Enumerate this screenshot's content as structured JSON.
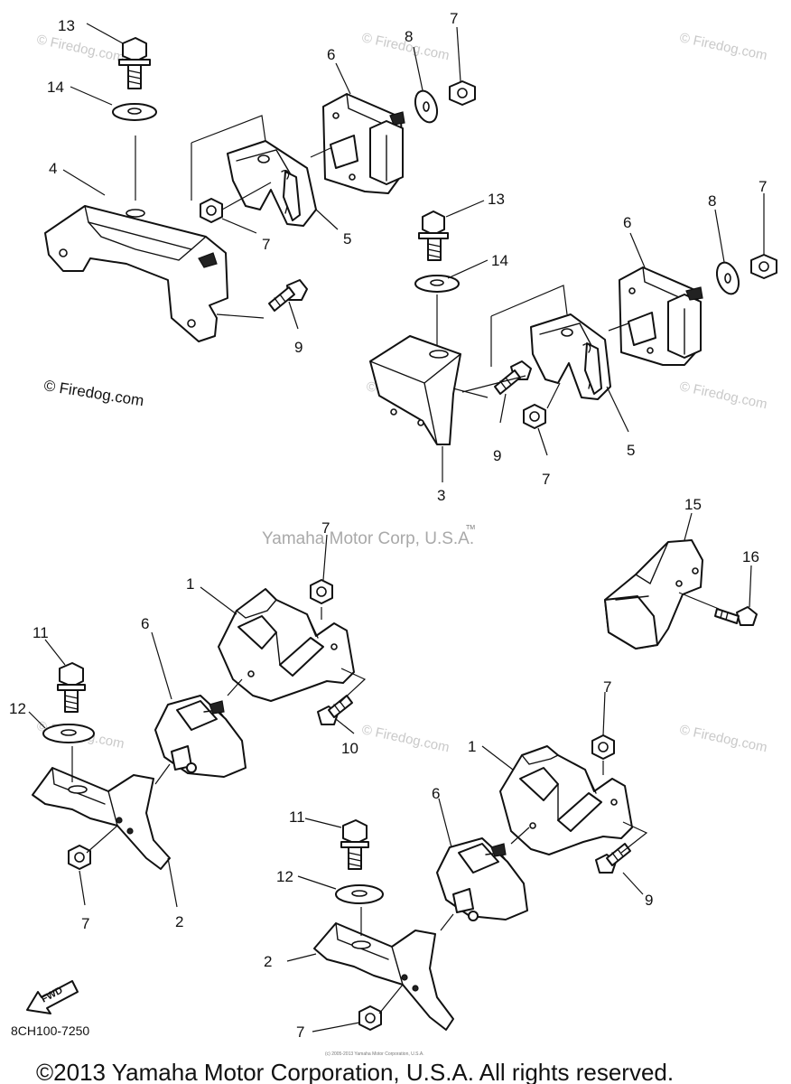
{
  "labels": {
    "p13a": "13",
    "p14a": "14",
    "p4": "4",
    "p6a": "6",
    "p8a": "8",
    "p7a": "7",
    "p5a": "5",
    "p7b": "7",
    "p9a": "9",
    "p13b": "13",
    "p14b": "14",
    "p6b": "6",
    "p8b": "8",
    "p7c": "7",
    "p9b": "9",
    "p7d": "7",
    "p5b": "5",
    "p3": "3",
    "p15": "15",
    "p16": "16",
    "p7e": "7",
    "p1a": "1",
    "p6c": "6",
    "p11a": "11",
    "p12a": "12",
    "p10": "10",
    "p7f": "7",
    "p2a": "2",
    "p7g": "7",
    "p1b": "1",
    "p9c": "9",
    "p11b": "11",
    "p6d": "6",
    "p12b": "12",
    "p2b": "2",
    "p7h": "7"
  },
  "watermarks": {
    "firedog": "© Firedog.com",
    "yamaha": "Yamaha Motor Corp, U.S.A.",
    "tm": "TM"
  },
  "fwd": "FWD",
  "diagram_code": "8CH100-7250",
  "tiny_note": "(c) 2005-2013 Yamaha Motor Corporation, U.S.A.",
  "copyright": "©2013 Yamaha Motor Corporation, U.S.A. All rights reserved."
}
